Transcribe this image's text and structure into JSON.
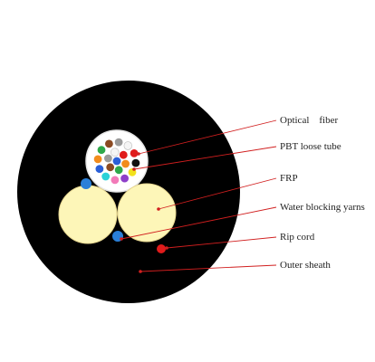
{
  "labels": {
    "optical_fiber": "Optical    fiber",
    "pbt_loose_tube": "PBT loose tube",
    "frp": "FRP",
    "water_blocking_yarns": "Water blocking yarns",
    "rip_cord": "Rip cord",
    "outer_sheath": "Outer sheath"
  },
  "colors": {
    "sheath": "#000000",
    "loose_tube": "#ffffff",
    "frp": "#fdf6b8",
    "frp_stroke": "#e6d690",
    "water_blocking_yarn": "#2a7fd8",
    "rip_cord": "#e01b1b",
    "leader_line": "#d11f1f",
    "fibers": [
      "#2a5fd8",
      "#f28c1c",
      "#2fa84a",
      "#8b4a22",
      "#9a9a9a",
      "#f5f5f5",
      "#e01b1b",
      "#111111",
      "#f2e21c",
      "#8e3fc9",
      "#f27ab8",
      "#2ad1d8"
    ]
  }
}
